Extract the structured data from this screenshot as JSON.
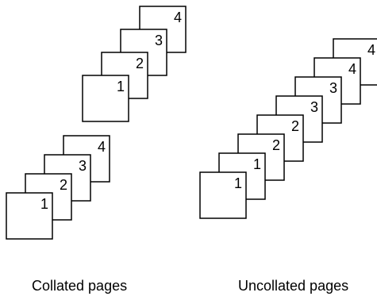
{
  "collated": {
    "caption": "Collated pages",
    "upper_set": [
      "4",
      "3",
      "2",
      "1"
    ],
    "lower_set": [
      "4",
      "3",
      "2",
      "1"
    ]
  },
  "uncollated": {
    "caption": "Uncollated pages",
    "stack": [
      "4",
      "4",
      "3",
      "3",
      "2",
      "2",
      "1",
      "1"
    ]
  }
}
